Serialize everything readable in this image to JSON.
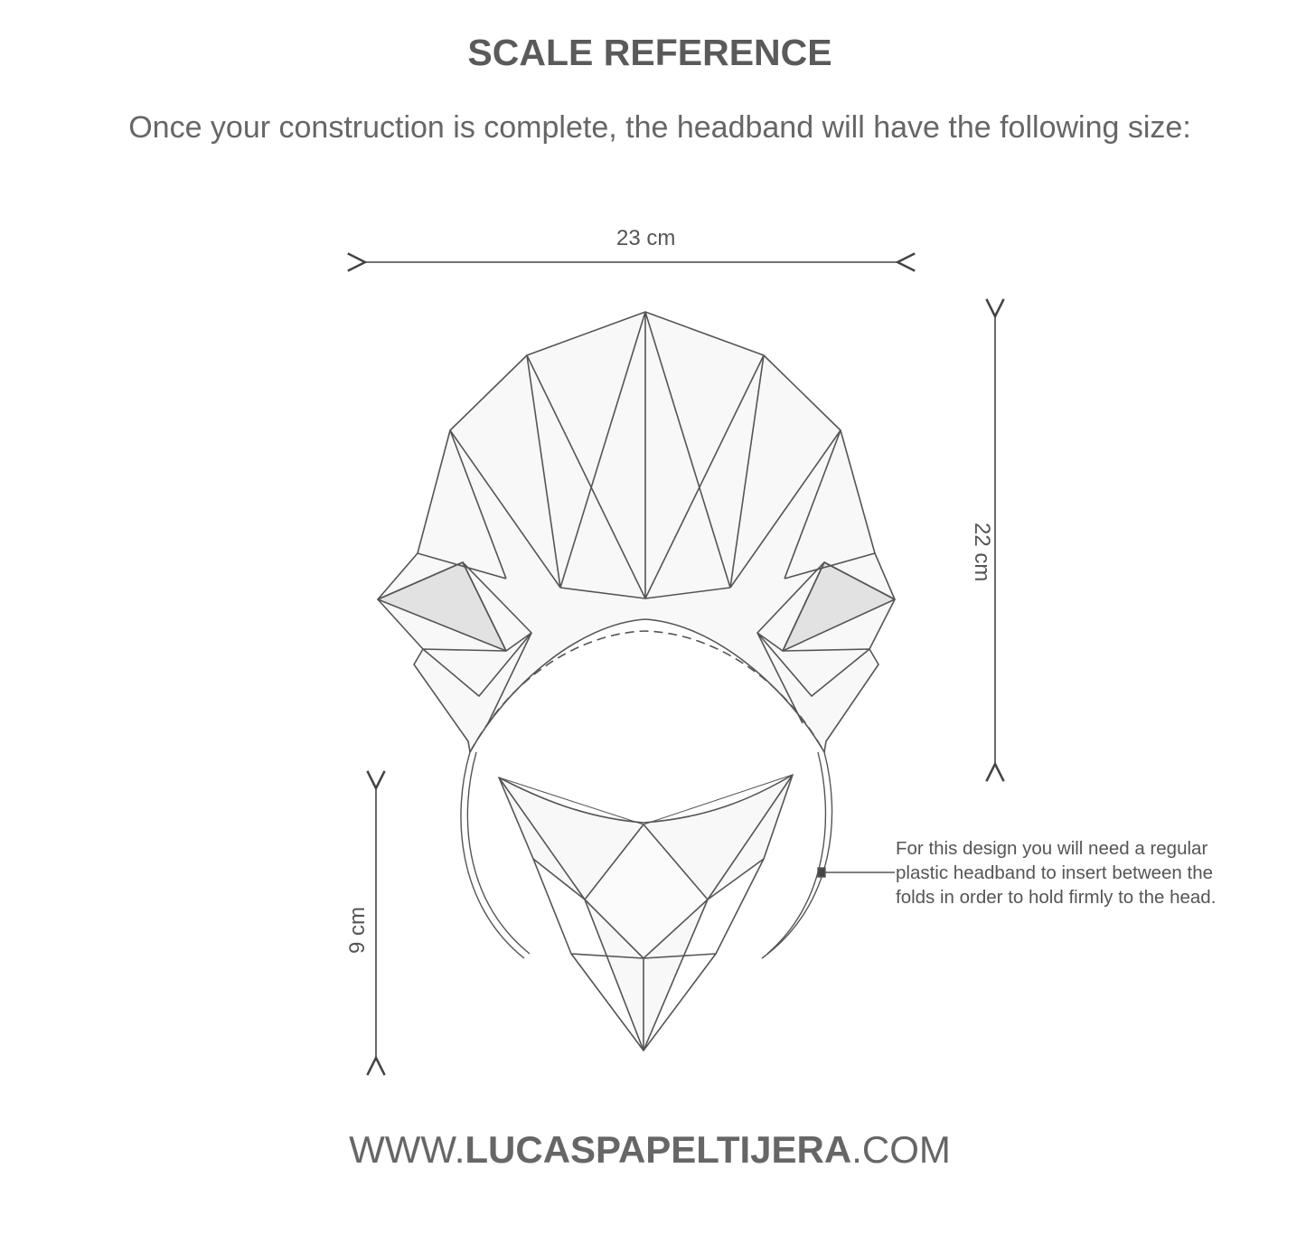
{
  "title": "SCALE REFERENCE",
  "subtitle": "Once your construction is complete, the headband will have the following size:",
  "dimensions": {
    "width": "23 cm",
    "height": "22 cm",
    "mask_height": "9 cm"
  },
  "note": {
    "line1": "For this design you will need a regular",
    "line2": "plastic headband to insert between the",
    "line3": "folds in order to hold firmly to the head."
  },
  "footer": {
    "prefix": "WWW.",
    "brand": "LUCASPAPELTIJERA",
    "suffix": ".COM"
  },
  "colors": {
    "text": "#5e5e5e",
    "line": "#555555",
    "fill": "#f7f7f7"
  }
}
